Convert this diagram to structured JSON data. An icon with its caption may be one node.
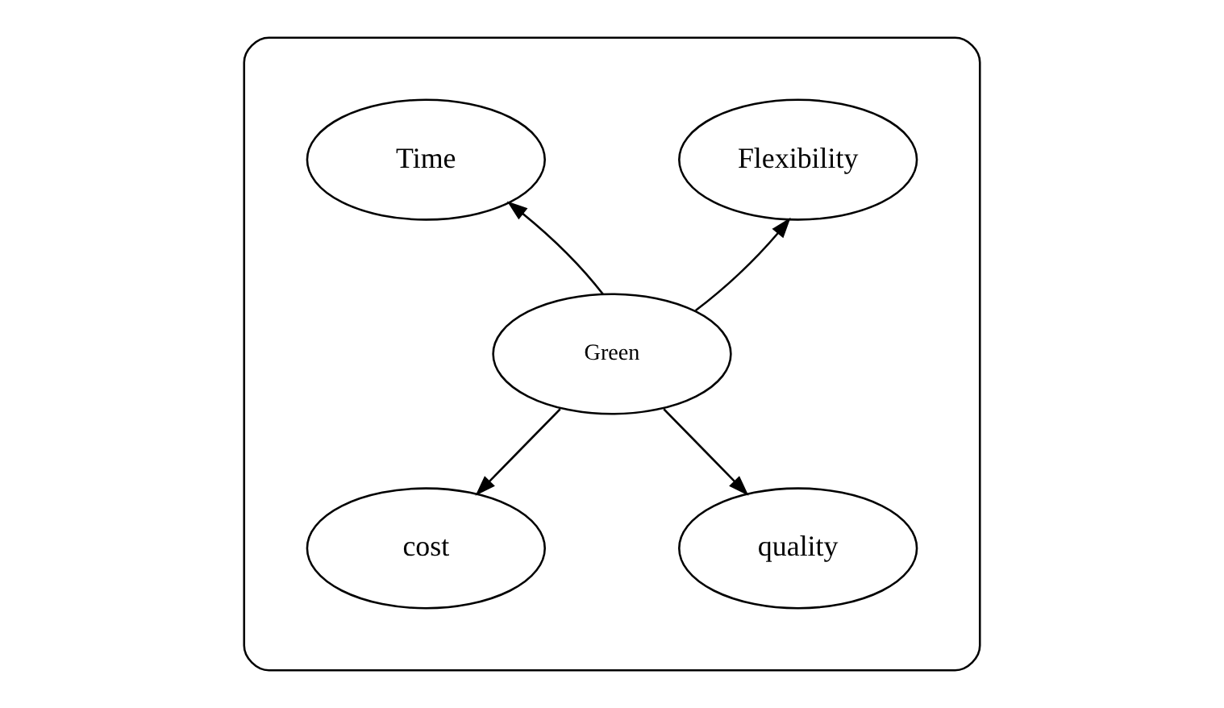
{
  "diagram": {
    "nodes": [
      {
        "text": [],
        "shape": "ellipse"
      },
      {
        "text": [
          "Flexibility"
        ],
        "in": 0
      },
      {
        "text": [
          "Time"
        ],
        "in": 0
      },
      {
        "text": [
          "Green"
        ],
        "in": 0
      },
      {
        "text": [
          "cost"
        ],
        "in": 0
      },
      {
        "text": [
          "quality"
        ],
        "in": 0
      }
    ],
    "edges": [
      {
        "from": 3,
        "to": 1,
        "arrow": "to"
      },
      {
        "from": 3,
        "to": 2,
        "arrow": "to"
      },
      {
        "from": 3,
        "to": 4,
        "arrow": "to"
      },
      {
        "from": 3,
        "to": 5,
        "arrow": "to"
      }
    ]
  }
}
